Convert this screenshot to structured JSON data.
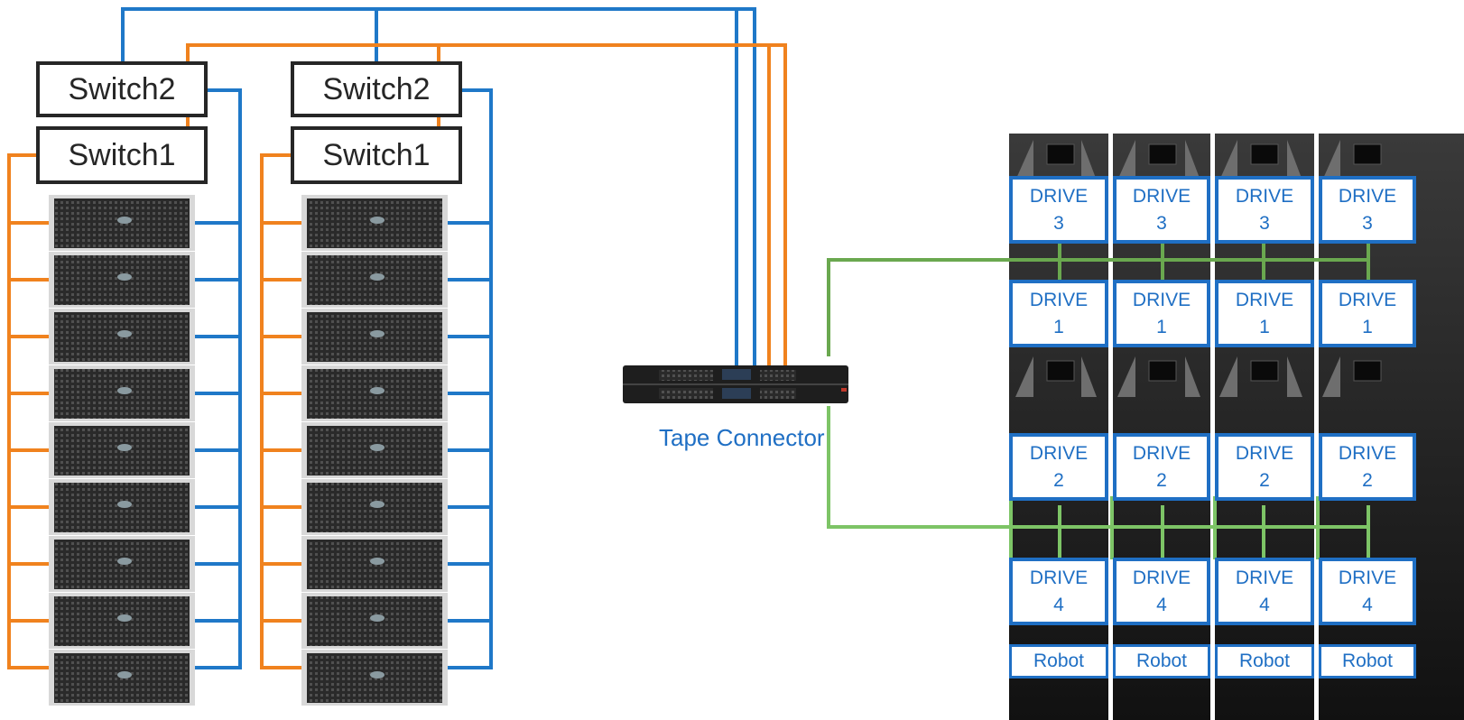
{
  "colors": {
    "blue_cable": "#1f78c8",
    "orange_cable": "#f0821e",
    "green_cable": "#6aa84f",
    "green_cable_light": "#7dc466",
    "box_text": "#262626",
    "drive_blue": "#1f6fc4",
    "server_dark": "#222222"
  },
  "racks": [
    {
      "switch_top": "Switch2",
      "switch_bottom": "Switch1",
      "server_count": 9
    },
    {
      "switch_top": "Switch2",
      "switch_bottom": "Switch1",
      "server_count": 9
    }
  ],
  "tape_connector": {
    "label": "Tape Connector",
    "icon": "rack-server-icon"
  },
  "library": {
    "columns": 4,
    "drive_word": "DRIVE",
    "rows": [
      "3",
      "1",
      "2",
      "4"
    ],
    "robot_label": "Robot"
  }
}
